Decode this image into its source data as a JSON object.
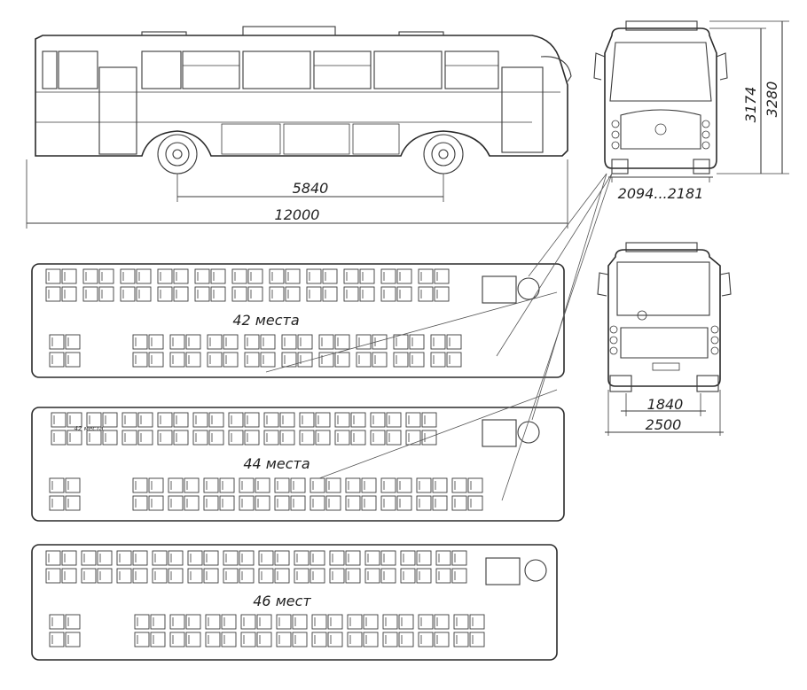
{
  "side_view": {
    "wheelbase": "5840",
    "length": "12000"
  },
  "front_view": {
    "height_3174": "3174",
    "height_3280": "3280",
    "track": "2094...2181"
  },
  "rear_view": {
    "track": "1840",
    "width": "2500"
  },
  "layouts": [
    {
      "caption": "42 места",
      "note": ""
    },
    {
      "caption": "44 места",
      "note": "42 места"
    },
    {
      "caption": "46 мест",
      "note": ""
    }
  ]
}
